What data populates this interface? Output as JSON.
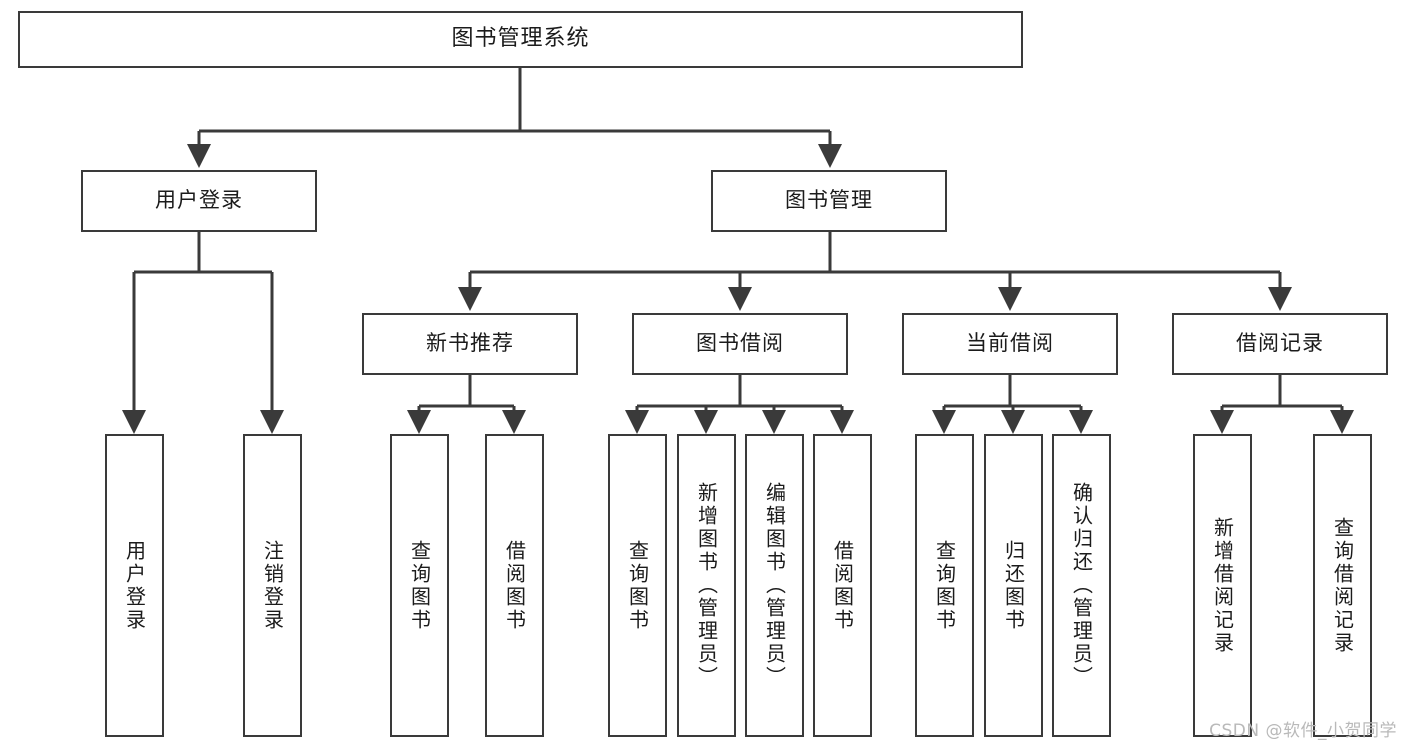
{
  "diagram": {
    "title": "图书管理系统",
    "type": "tree",
    "root": {
      "label": "图书管理系统"
    },
    "level2": [
      {
        "label": "用户登录"
      },
      {
        "label": "图书管理"
      }
    ],
    "level3": [
      {
        "label": "新书推荐"
      },
      {
        "label": "图书借阅"
      },
      {
        "label": "当前借阅"
      },
      {
        "label": "借阅记录"
      }
    ],
    "leaves": {
      "user_login": [
        {
          "label": "用户登录"
        },
        {
          "label": "注销登录"
        }
      ],
      "new_book_recommend": [
        {
          "label": "查询图书"
        },
        {
          "label": "借阅图书"
        }
      ],
      "book_borrow": [
        {
          "label": "查询图书"
        },
        {
          "label": "新增图书（管理员）"
        },
        {
          "label": "编辑图书（管理员）"
        },
        {
          "label": "借阅图书"
        }
      ],
      "current_borrow": [
        {
          "label": "查询图书"
        },
        {
          "label": "归还图书"
        },
        {
          "label": "确认归还（管理员）"
        }
      ],
      "borrow_record": [
        {
          "label": "新增借阅记录"
        },
        {
          "label": "查询借阅记录"
        }
      ]
    }
  },
  "watermark": {
    "text": "CSDN @软件_小贺同学"
  },
  "colors": {
    "stroke": "#3a3a3a",
    "text": "#1b1b1b",
    "background": "#ffffff",
    "watermark": "#b9b9b9"
  }
}
